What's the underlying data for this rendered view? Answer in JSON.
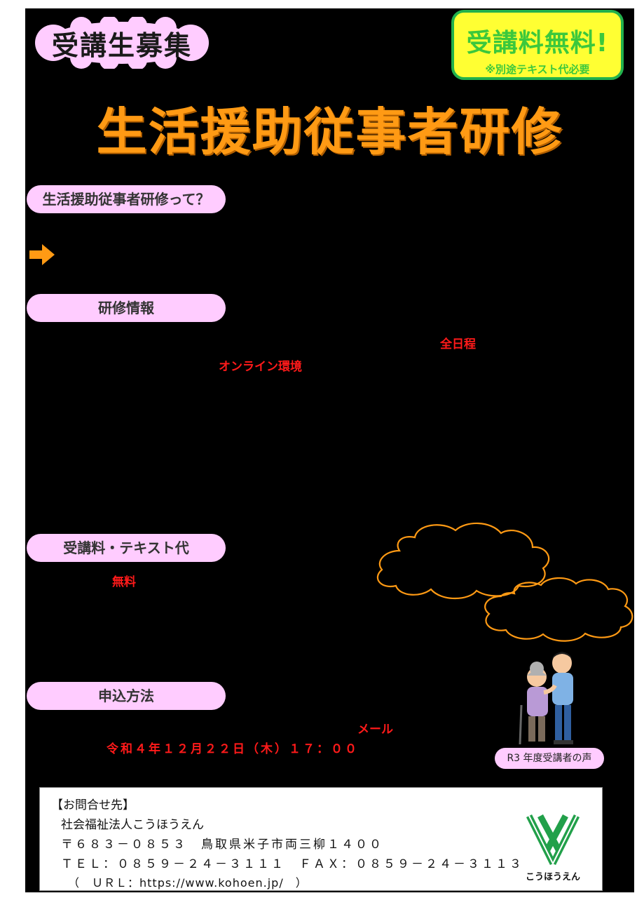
{
  "header": {
    "recruit_badge": "受講生募集",
    "free_badge": {
      "main": "受講料無料!",
      "sub": "※別途テキスト代必要"
    }
  },
  "title": "生活援助従事者研修",
  "sections": {
    "what": "生活援助従事者研修って？",
    "info": "研修情報",
    "fee": "受講料・テキスト代",
    "apply": "申込方法"
  },
  "highlights": {
    "all_days": "全日程",
    "online": "オンライン環境",
    "free": "無料",
    "mail": "メール",
    "deadline": "令和４年１２月２２日（木）１７：００"
  },
  "voices_label": "R3 年度受講者の声",
  "contact": {
    "heading": "【お問合せ先】",
    "org": "社会福祉法人こうほうえん",
    "address": "〒６８３－０８５３　鳥取県米子市両三柳１４００",
    "phone": "ＴＥＬ：０８５９－２４－３１１１　ＦＡＸ：０８５９－２４－３１１３",
    "url": "（　ＵＲＬ：https://www.kohoen.jp/　）",
    "logo_text": "こうほうえん"
  },
  "colors": {
    "background": "#000000",
    "title_orange": "#ff9a14",
    "pill_pink": "#ffccff",
    "badge_yellow": "#ffff33",
    "badge_green": "#22b14c",
    "accent_red": "#ff1a1a",
    "cloud_outline": "#ff9a14"
  }
}
